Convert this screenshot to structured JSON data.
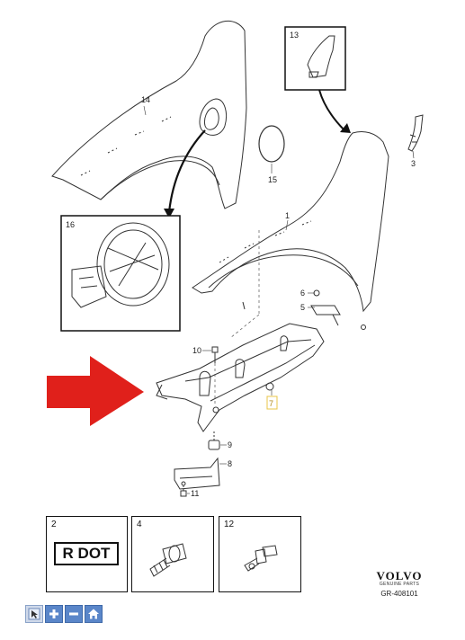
{
  "callouts": {
    "c1": "1",
    "c3": "3",
    "c5": "5",
    "c6": "6",
    "c7": "7",
    "c8": "8",
    "c9": "9",
    "c10": "10",
    "c11": "11",
    "c13": "13",
    "c14": "14",
    "c15": "15",
    "c16": "16"
  },
  "parts_boxes": {
    "box2": {
      "number": "2",
      "label_text": "R DOT"
    },
    "box4": {
      "number": "4"
    },
    "box12": {
      "number": "12"
    }
  },
  "logo": {
    "brand": "VOLVO",
    "subtitle": "GENUINE PARTS"
  },
  "diagram_code": "GR-408101",
  "arrow_color": "#e0201b",
  "highlight_color": "#e8c547",
  "toolbar": {
    "buttons": [
      {
        "icon": "zoom-tool-icon"
      },
      {
        "icon": "plus-icon"
      },
      {
        "icon": "minus-icon"
      },
      {
        "icon": "home-icon"
      }
    ]
  }
}
